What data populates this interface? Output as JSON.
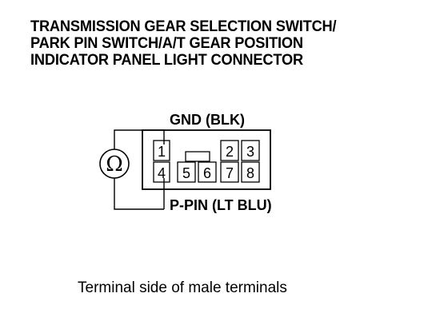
{
  "title": {
    "line1": "TRANSMISSION GEAR SELECTION SWITCH/",
    "line2": "PARK PIN SWITCH/A/T GEAR POSITION",
    "line3": "INDICATOR PANEL LIGHT CONNECTOR"
  },
  "wires": {
    "gnd": "GND (BLK)",
    "ppin": "P-PIN (LT BLU)"
  },
  "meter": {
    "symbol": "Ω"
  },
  "connector": {
    "pins_top": [
      "1",
      "2",
      "3"
    ],
    "pins_bottom": [
      "4",
      "5",
      "6",
      "7",
      "8"
    ]
  },
  "caption": "Terminal side of male terminals"
}
